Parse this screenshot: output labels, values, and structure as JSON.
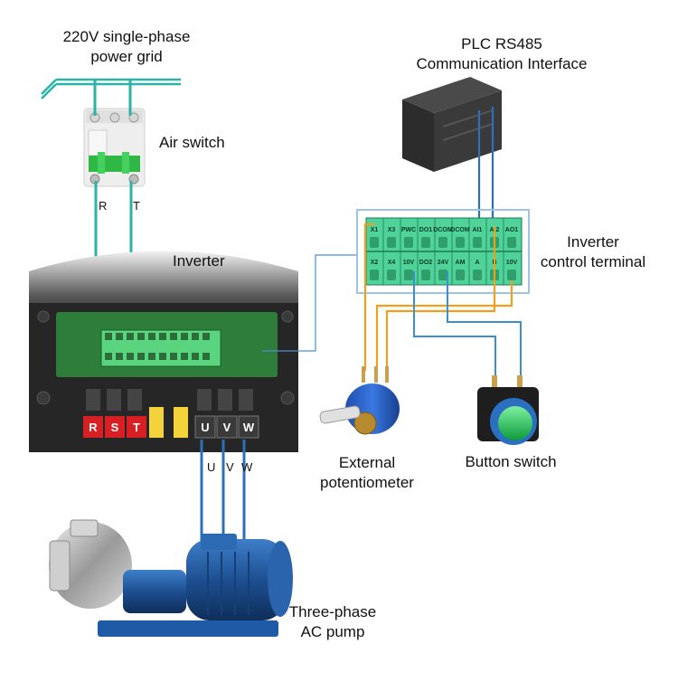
{
  "title_grid_line1": "220V single-phase",
  "title_grid_line2": "power grid",
  "air_switch": "Air switch",
  "grid_terminals": [
    "R",
    "T"
  ],
  "inverter": "Inverter",
  "plc_line1": "PLC RS485",
  "plc_line2": "Communication Interface",
  "control_terminal_line1": "Inverter",
  "control_terminal_line2": "control terminal",
  "terminal_top_row": [
    "X1",
    "X3",
    "PWC",
    "DO1",
    "DCOM",
    "DCOM",
    "AI1",
    "AI2",
    "AO1"
  ],
  "terminal_bottom_row": [
    "X2",
    "X4",
    "10V",
    "DO2",
    "24V",
    "AM",
    "A",
    "B",
    "10V"
  ],
  "inverter_power_terminals": [
    "R",
    "S",
    "T",
    "U",
    "V",
    "W"
  ],
  "output_terminals": [
    "U",
    "V",
    "W"
  ],
  "potentiometer_line1": "External",
  "potentiometer_line2": "potentiometer",
  "button_switch": "Button switch",
  "pump_line1": "Three-phase",
  "pump_line2": "AC pump",
  "colors": {
    "wire_teal": "#2ab3a6",
    "wire_blue": "#2f6fb8",
    "wire_orange": "#f0a020",
    "terminal_green": "#4fd39b",
    "frame_blue": "#9fc3e8"
  }
}
